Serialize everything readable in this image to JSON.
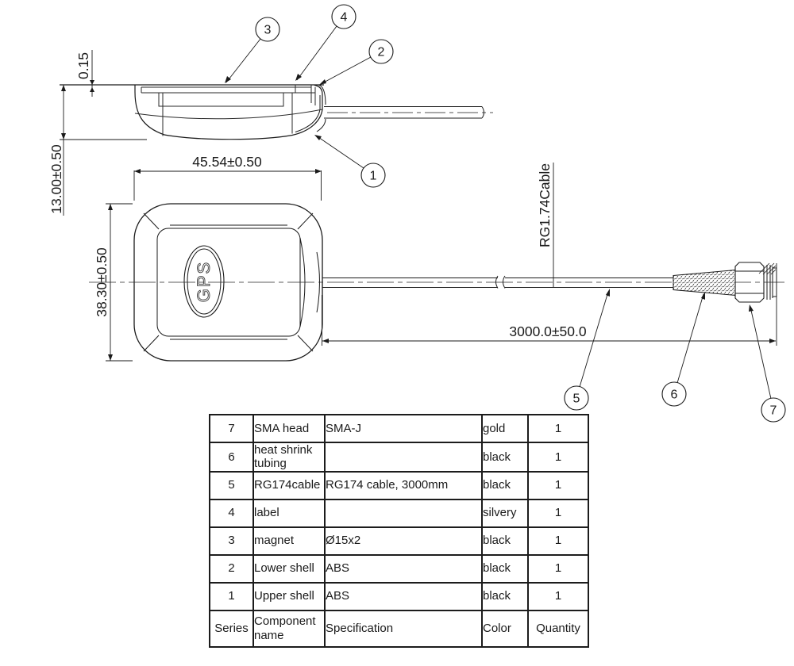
{
  "drawing": {
    "dims": {
      "thickness": "0.15",
      "height": "13.00±0.50",
      "width": "45.54±0.50",
      "depth": "38.30±0.50",
      "cable_length": "3000.0±50.0"
    },
    "cable_label": "RG1.74Cable",
    "logo": "GPS",
    "callouts": [
      "1",
      "2",
      "3",
      "4",
      "5",
      "6",
      "7"
    ]
  },
  "parts_table": {
    "headers": {
      "series": "Series",
      "component": "Component name",
      "spec": "Specification",
      "color": "Color",
      "qty": "Quantity"
    },
    "rows": [
      {
        "series": "7",
        "component": "SMA head",
        "spec": "SMA-J",
        "color": "gold",
        "qty": "1"
      },
      {
        "series": "6",
        "component": "heat shrink tubing",
        "spec": "",
        "color": "black",
        "qty": "1"
      },
      {
        "series": "5",
        "component": "RG174cable",
        "spec": "RG174 cable, 3000mm",
        "color": "black",
        "qty": "1"
      },
      {
        "series": "4",
        "component": "label",
        "spec": "",
        "color": "silvery",
        "qty": "1"
      },
      {
        "series": "3",
        "component": "magnet",
        "spec": "Ø15x2",
        "color": "black",
        "qty": "1"
      },
      {
        "series": "2",
        "component": "Lower shell",
        "spec": "ABS",
        "color": "black",
        "qty": "1"
      },
      {
        "series": "1",
        "component": "Upper shell",
        "spec": "ABS",
        "color": "black",
        "qty": "1"
      }
    ]
  },
  "colors": {
    "line": "#1a1a1a",
    "background": "#ffffff"
  }
}
